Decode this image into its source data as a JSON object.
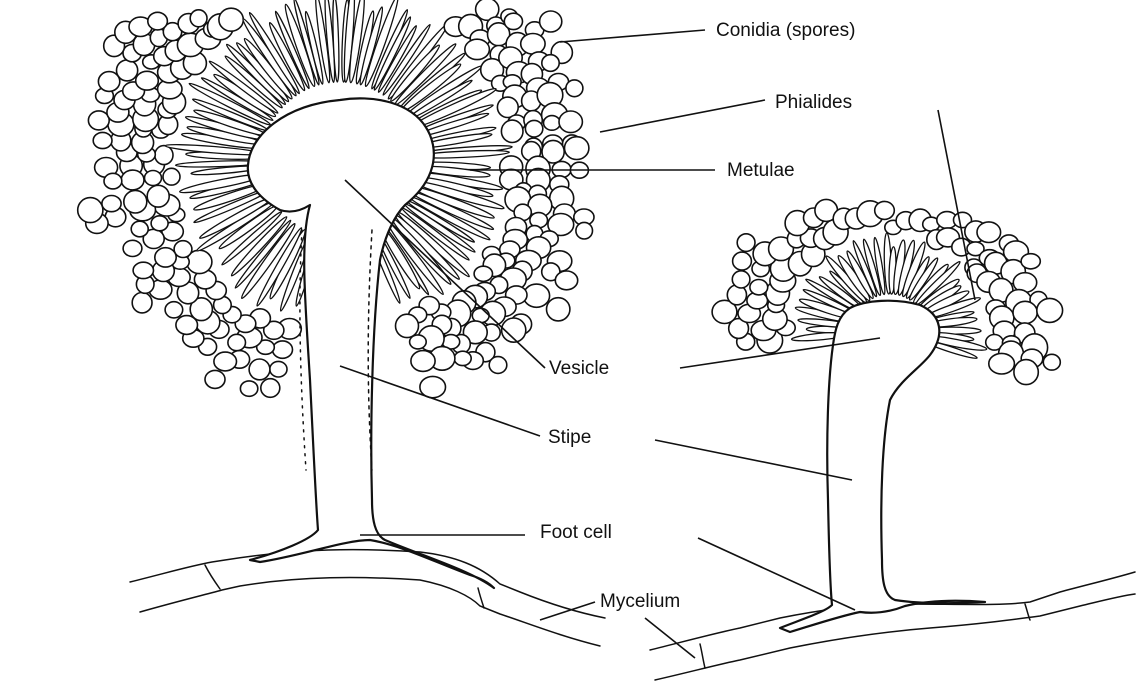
{
  "labels": {
    "conidia": "Conidia (spores)",
    "phialides": "Phialides",
    "metulae": "Metulae",
    "vesicle": "Vesicle",
    "stipe": "Stipe",
    "foot_cell": "Foot cell",
    "mycelium": "Mycelium"
  },
  "colors": {
    "line": "#111111",
    "background": "#ffffff"
  }
}
